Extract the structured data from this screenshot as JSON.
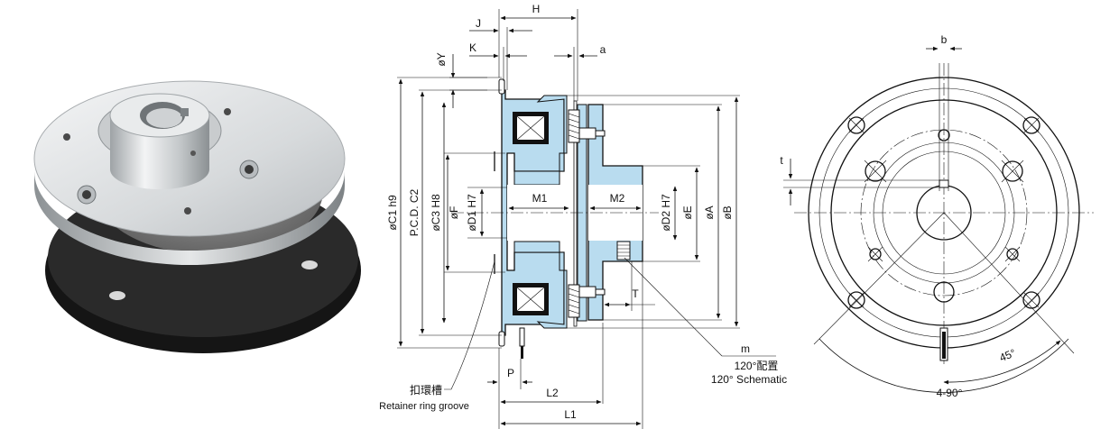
{
  "colors": {
    "part_fill": "#b9dcef",
    "line": "#111111",
    "metal_light": "#e4e6e8",
    "metal_dark": "#111111"
  },
  "section_view": {
    "dims": {
      "H": "H",
      "J": "J",
      "K": "K",
      "a": "a",
      "Y": "øY",
      "C1": "øC1 h9",
      "PCD": "P.C.D. C2",
      "C3": "øC3 H8",
      "F": "øF",
      "D1": "øD1 H7",
      "M1": "M1",
      "M2": "M2",
      "D2": "øD2 H7",
      "E": "øE",
      "A": "øA",
      "B": "øB",
      "T": "T",
      "P": "P",
      "L2": "L2",
      "L1": "L1",
      "m": "m"
    },
    "notes": {
      "schematic_zh": "120°配置",
      "schematic_en": "120° Schematic",
      "groove_zh": "扣環槽",
      "groove_en": "Retainer ring groove"
    }
  },
  "front_view": {
    "dims": {
      "b": "b",
      "t": "t",
      "angle": "45°",
      "holes": "4-90°"
    }
  }
}
